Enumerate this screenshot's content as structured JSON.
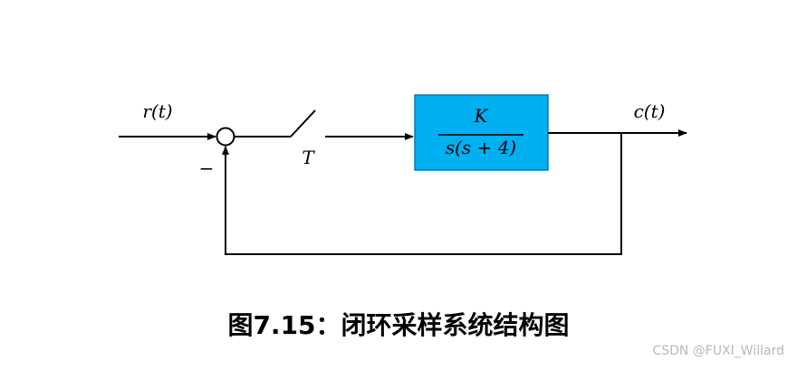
{
  "diagram": {
    "input_label": "r(t)",
    "output_label": "c(t)",
    "sampler_label": "T",
    "feedback_sign": "−",
    "transfer_function": {
      "numerator": "K",
      "denominator": "s(s + 4)"
    }
  },
  "caption": "图7.15：闭环采样系统结构图",
  "watermark": "CSDN @FUXI_Willard",
  "colors": {
    "block_fill": "#00b0f0",
    "block_stroke": "#0a78a8",
    "line": "#000000"
  }
}
